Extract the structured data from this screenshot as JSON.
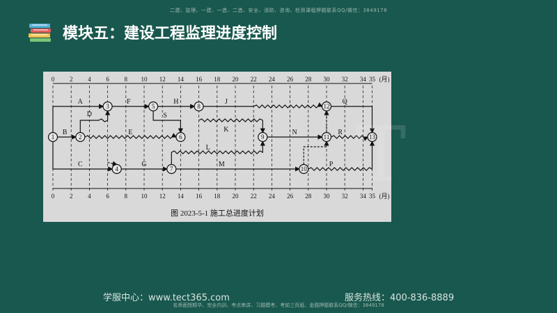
{
  "header_note": "二建、监理、一建、一造、二造、安全、消防、咨询、检测课程押题联系QQ/微信：3849178",
  "title": "模块五：建设工程监理进度控制",
  "diagram": {
    "ticks": [
      "0",
      "2",
      "4",
      "6",
      "8",
      "10",
      "12",
      "14",
      "16",
      "18",
      "20",
      "22",
      "24",
      "26",
      "28",
      "30",
      "32",
      "34",
      "35"
    ],
    "unit": "(月)",
    "caption": "图 2023-5-1    施工总进度计划",
    "nodes": [
      "1",
      "2",
      "3",
      "4",
      "5",
      "6",
      "7",
      "8",
      "9",
      "10",
      "11",
      "12",
      "13"
    ],
    "activities": [
      "A",
      "B",
      "C",
      "D",
      "E",
      "F",
      "G",
      "H",
      "S",
      "J",
      "K",
      "L",
      "M",
      "N",
      "P",
      "Q",
      "R"
    ]
  },
  "footer": {
    "left": "学服中心：www.tect365.com",
    "right": "服务热线：400-836-8889",
    "note": "名师面授精华、完全内训、考点串讲、习题模考、考前三页纸、金题押题联系QQ/微信：3849178"
  }
}
